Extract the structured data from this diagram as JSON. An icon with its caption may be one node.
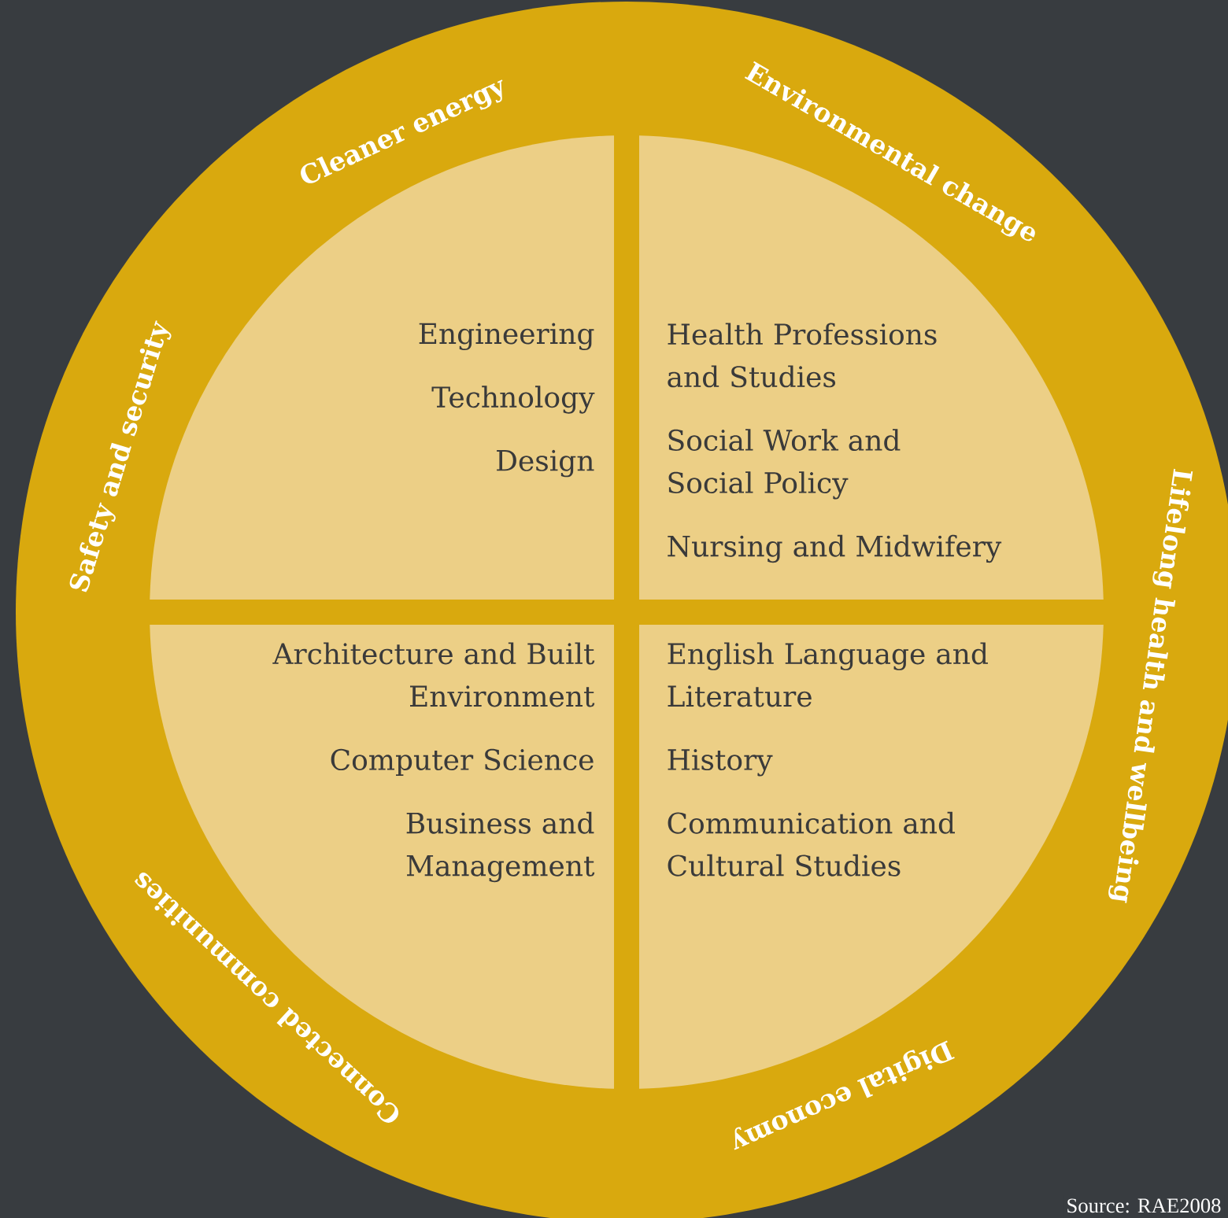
{
  "diagram": {
    "nodes": [
      {
        "text": [
          "Cleaner energy",
          "Environmental change",
          "Lifelong health and wellbeing",
          "Digital economy",
          "Connected communities",
          "Safety and security"
        ]
      },
      {
        "text": [
          "Engineering",
          "Technology",
          "Design"
        ],
        "in": 0
      },
      {
        "text": [
          "Health Professions and Studies",
          "Social Work and Social Policy",
          "Nursing and Midwifery"
        ],
        "in": 0
      },
      {
        "text": [
          "Architecture and Built Environment",
          "Computer Science",
          "Business and Management"
        ],
        "in": 0
      },
      {
        "text": [
          "English Language and Literature",
          "History",
          "Communication and Cultural Studies"
        ],
        "in": 0
      }
    ],
    "labels": [
      "Source: RAE2008"
    ]
  }
}
